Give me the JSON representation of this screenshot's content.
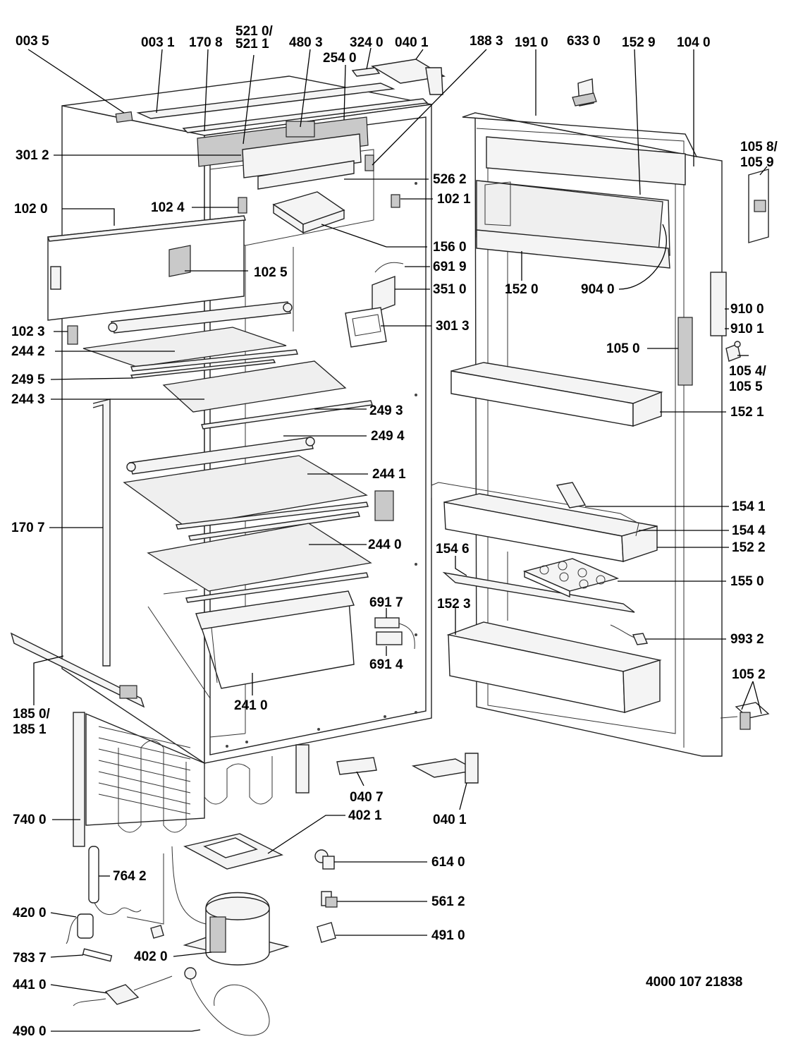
{
  "labels": {
    "l0035": "003 5",
    "l0031": "003 1",
    "l1708": "170 8",
    "l5210a": "521 0/",
    "l5210b": "521 1",
    "l4803": "480 3",
    "l3240": "324 0",
    "l0401a": "040 1",
    "l2540": "254 0",
    "l1883": "188 3",
    "l1910": "191 0",
    "l6330": "633 0",
    "l1529": "152 9",
    "l1040": "104 0",
    "l1058a": "105 8/",
    "l1058b": "105 9",
    "l3012": "301 2",
    "l5262": "526 2",
    "l1020": "102 0",
    "l1024": "102 4",
    "l1021": "102 1",
    "l1560": "156 0",
    "l1025": "102 5",
    "l6919": "691 9",
    "l1520": "152 0",
    "l9040": "904 0",
    "l3510": "351 0",
    "l9100": "910 0",
    "l9101": "910 1",
    "l3013": "301 3",
    "l1023": "102 3",
    "l2442": "244 2",
    "l1050": "105 0",
    "l1054a": "105 4/",
    "l1054b": "105 5",
    "l2495": "249 5",
    "l2443": "244 3",
    "l2493": "249 3",
    "l1521": "152 1",
    "l2494": "249 4",
    "l2441": "244 1",
    "l1707": "170 7",
    "l1541": "154 1",
    "l1544": "154 4",
    "l1522": "152 2",
    "l2440": "244 0",
    "l1546": "154 6",
    "l1550": "155 0",
    "l6917": "691 7",
    "l1523": "152 3",
    "l9932": "993 2",
    "l6914": "691 4",
    "l1052": "105 2",
    "l2410": "241 0",
    "l1850a": "185 0/",
    "l1850b": "185 1",
    "l0407": "040 7",
    "l0401b": "040 1",
    "l4021": "402 1",
    "l7400": "740 0",
    "l6140": "614 0",
    "l7642": "764 2",
    "l5612": "561 2",
    "l4200": "420 0",
    "l4910": "491 0",
    "l7837": "783 7",
    "l4020": "402 0",
    "l4410": "441 0",
    "l4900": "490 0"
  },
  "doc_number": "4000 107 21838"
}
